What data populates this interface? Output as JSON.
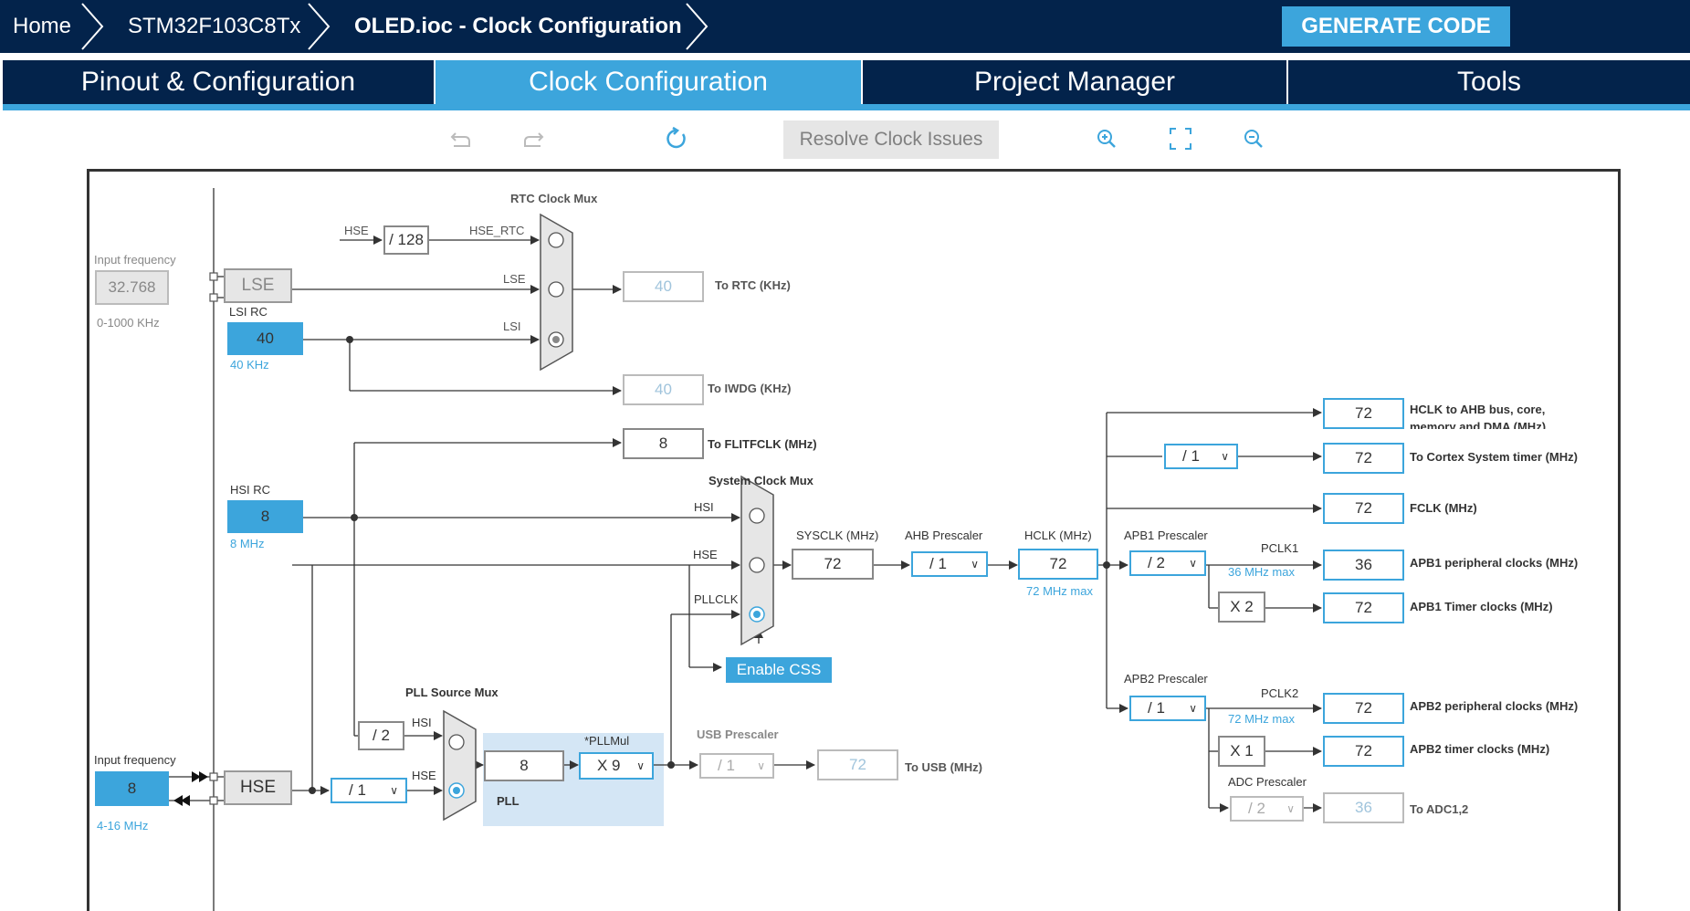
{
  "breadcrumb": {
    "home": "Home",
    "device": "STM32F103C8Tx",
    "file": "OLED.ioc - Clock Configuration"
  },
  "generate_label": "GENERATE CODE",
  "tabs": [
    "Pinout & Configuration",
    "Clock Configuration",
    "Project Manager",
    "Tools"
  ],
  "toolbar": {
    "resolve_label": "Resolve Clock Issues"
  },
  "lse": {
    "input_label": "Input frequency",
    "input_value": "32.768",
    "range": "0-1000 KHz",
    "name": "LSE"
  },
  "lsi": {
    "name": "LSI RC",
    "value": "40",
    "unit": "40 KHz"
  },
  "hsi": {
    "name": "HSI RC",
    "value": "8",
    "unit": "8 MHz"
  },
  "hse": {
    "input_label": "Input frequency",
    "input_value": "8",
    "range": "4-16 MHz",
    "name": "HSE"
  },
  "rtc": {
    "title": "RTC Clock Mux",
    "hse": "HSE",
    "div": "/ 128",
    "hse_rtc": "HSE_RTC",
    "lse": "LSE",
    "lsi": "LSI",
    "out": "40",
    "out_label": "To RTC (KHz)"
  },
  "iwdg": {
    "out": "40",
    "out_label": "To IWDG (KHz)"
  },
  "flit": {
    "out": "8",
    "out_label": "To FLITFCLK (MHz)"
  },
  "sysmux": {
    "title": "System Clock Mux",
    "hsi": "HSI",
    "hse": "HSE",
    "pllclk": "PLLCLK",
    "css": "Enable CSS"
  },
  "sysclk": {
    "label": "SYSCLK (MHz)",
    "value": "72"
  },
  "ahb": {
    "label": "AHB Prescaler",
    "value": "/ 1"
  },
  "hclk": {
    "label": "HCLK (MHz)",
    "value": "72",
    "max": "72 MHz max"
  },
  "pllsrc": {
    "title": "PLL Source Mux",
    "hsi_div": "/ 2",
    "hsi": "HSI",
    "hse": "HSE",
    "hse_div": "/ 1"
  },
  "pll": {
    "value": "8",
    "mul_label": "*PLLMul",
    "mul": "X 9",
    "name": "PLL"
  },
  "usb": {
    "label": "USB Prescaler",
    "value": "/ 1",
    "out": "72",
    "out_label": "To USB (MHz)"
  },
  "outputs": {
    "hclk_ahb": {
      "value": "72",
      "label1": "HCLK to AHB bus, core,",
      "label2": "memory and DMA (MHz)"
    },
    "cortex": {
      "div": "/ 1",
      "value": "72",
      "label": "To Cortex System timer (MHz)"
    },
    "fclk": {
      "value": "72",
      "label": "FCLK (MHz)"
    }
  },
  "apb1": {
    "label": "APB1 Prescaler",
    "value": "/ 2",
    "pclk": "PCLK1",
    "max": "36 MHz max",
    "periph": "36",
    "periph_label": "APB1 peripheral clocks (MHz)",
    "mult": "X 2",
    "timer": "72",
    "timer_label": "APB1 Timer clocks (MHz)"
  },
  "apb2": {
    "label": "APB2 Prescaler",
    "value": "/ 1",
    "pclk": "PCLK2",
    "max": "72 MHz max",
    "periph": "72",
    "periph_label": "APB2 peripheral clocks (MHz)",
    "mult": "X 1",
    "timer": "72",
    "timer_label": "APB2 timer clocks (MHz)"
  },
  "adc": {
    "label": "ADC Prescaler",
    "value": "/ 2",
    "out": "36",
    "out_label": "To ADC1,2"
  }
}
